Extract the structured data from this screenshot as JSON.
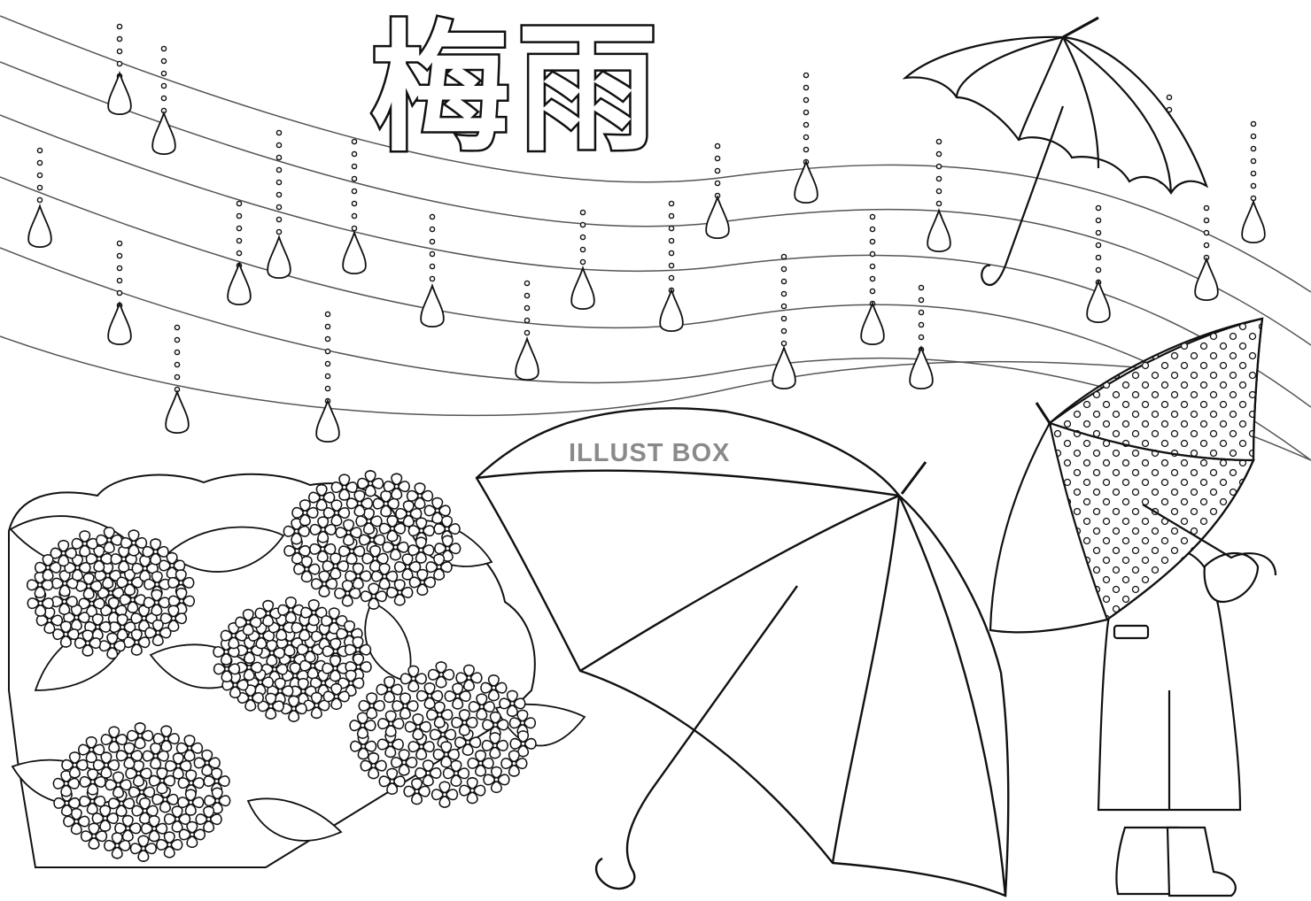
{
  "title": "梅雨",
  "watermark": "ILLUST BOX",
  "colors": {
    "line": "#111111",
    "paper": "#ffffff",
    "watermark": "#8a8a8a"
  },
  "scene": {
    "elements": [
      "rain-lines",
      "raindrops",
      "hydrangeas",
      "open-umbrella",
      "floating-umbrella",
      "child-with-polka-dot-umbrella"
    ]
  }
}
